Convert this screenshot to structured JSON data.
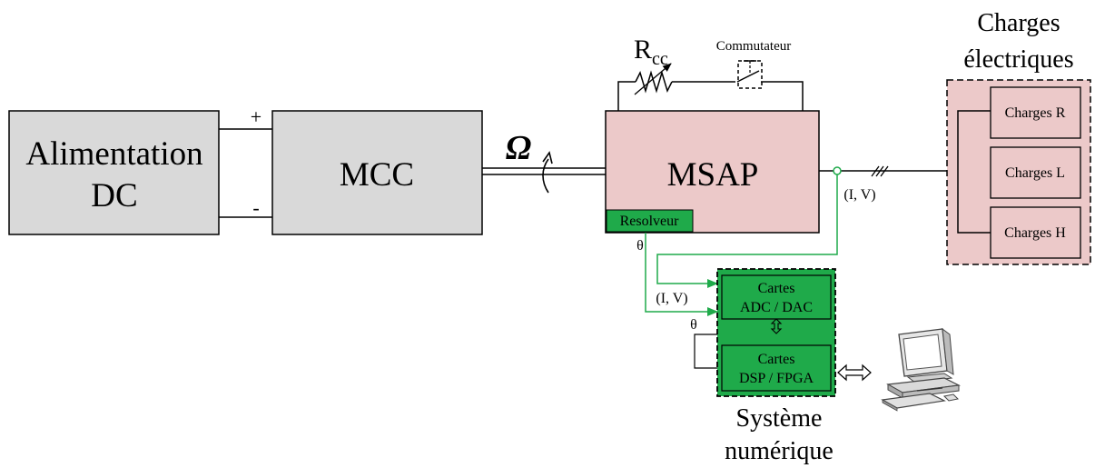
{
  "blocks": {
    "alimentation": {
      "line1": "Alimentation",
      "line2": "DC",
      "fill": "#d9d9d9"
    },
    "mcc": {
      "label": "MCC",
      "fill": "#d9d9d9"
    },
    "msap": {
      "label": "MSAP",
      "fill": "#ecc9c9"
    },
    "resolveur": {
      "label": "Resolveur",
      "fill": "#1faa4a"
    }
  },
  "polarity": {
    "plus": "+",
    "minus": "-"
  },
  "shaft": {
    "symbol": "Ω"
  },
  "rcc": {
    "label": "R",
    "subscript": "cc"
  },
  "commutateur": {
    "label": "Commutateur"
  },
  "charges": {
    "title_line1": "Charges",
    "title_line2": "électriques",
    "fill": "#ecc9c9",
    "items": [
      {
        "label": "Charges R"
      },
      {
        "label": "Charges L"
      },
      {
        "label": "Charges H"
      }
    ]
  },
  "measures": {
    "iv_output": "(I, V)",
    "iv_input": "(I, V)",
    "theta_top": "θ",
    "theta_bottom": "θ"
  },
  "numerique": {
    "title_line1": "Système",
    "title_line2": "numérique",
    "fill": "#1faa4a",
    "adc": {
      "line1": "Cartes",
      "line2": "ADC / DAC"
    },
    "dsp": {
      "line1": "Cartes",
      "line2": "DSP / FPGA"
    }
  },
  "colors": {
    "signal_green": "#1faa4a",
    "box_gray": "#d9d9d9",
    "box_pink": "#ecc9c9"
  },
  "icons": {
    "computer": "computer-icon",
    "bidirectional": "double-arrow-icon"
  }
}
